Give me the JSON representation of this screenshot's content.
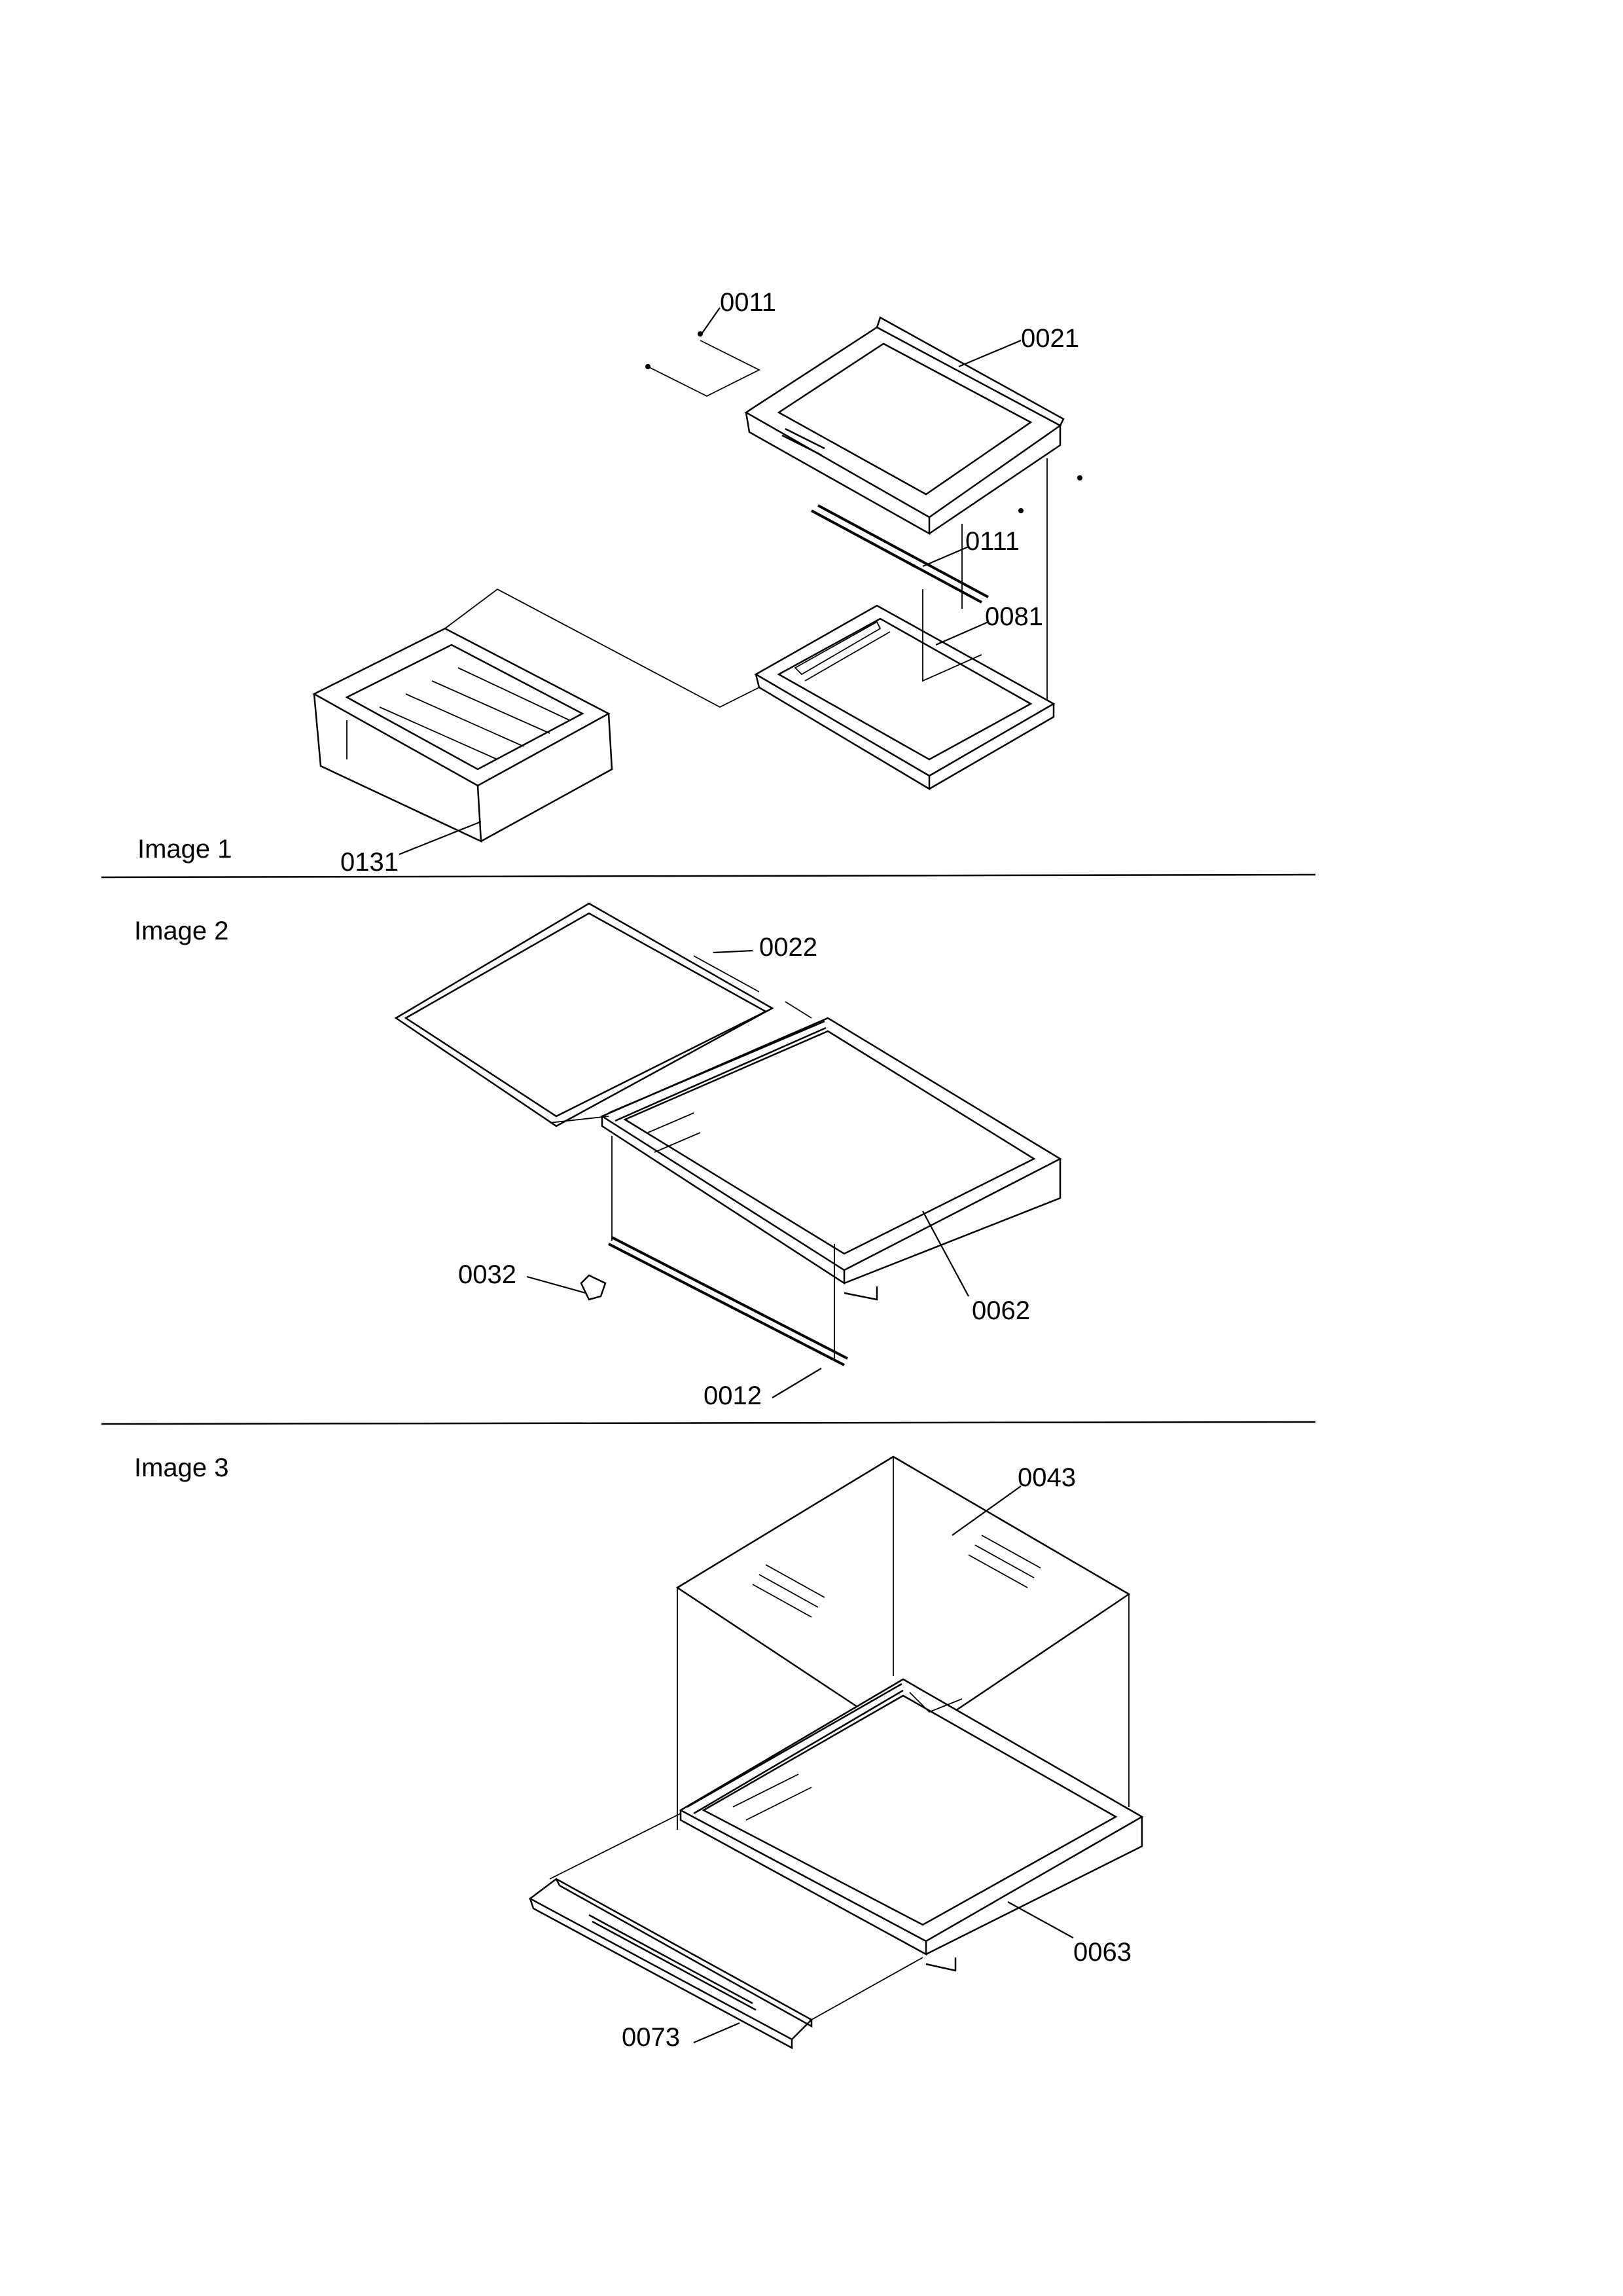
{
  "sections": [
    {
      "label": "Image 1"
    },
    {
      "label": "Image 2"
    },
    {
      "label": "Image 3"
    }
  ],
  "parts": {
    "p0011": "0011",
    "p0021": "0021",
    "p0111": "0111",
    "p0081": "0081",
    "p0131": "0131",
    "p0022": "0022",
    "p0032": "0032",
    "p0062": "0062",
    "p0012": "0012",
    "p0043": "0043",
    "p0063": "0063",
    "p0073": "0073"
  }
}
